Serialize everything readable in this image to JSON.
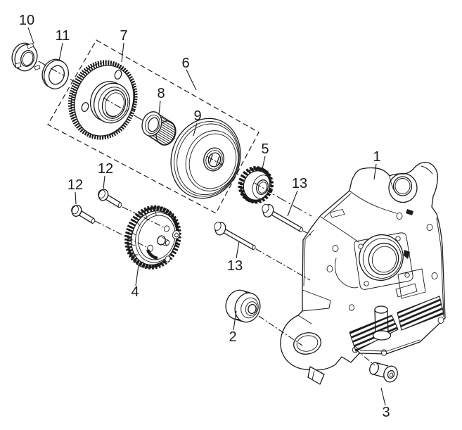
{
  "figure": {
    "type": "exploded-parts-diagram",
    "background": "#ffffff",
    "line_color": "#1a1a1a"
  },
  "callouts": {
    "c1": {
      "label": "1"
    },
    "c2": {
      "label": "2"
    },
    "c3": {
      "label": "3"
    },
    "c4": {
      "label": "4"
    },
    "c5": {
      "label": "5"
    },
    "c6": {
      "label": "6"
    },
    "c7": {
      "label": "7"
    },
    "c8": {
      "label": "8"
    },
    "c9": {
      "label": "9"
    },
    "c10": {
      "label": "10"
    },
    "c11": {
      "label": "11"
    },
    "c12a": {
      "label": "12"
    },
    "c12b": {
      "label": "12"
    },
    "c13a": {
      "label": "13"
    },
    "c13b": {
      "label": "13"
    }
  }
}
